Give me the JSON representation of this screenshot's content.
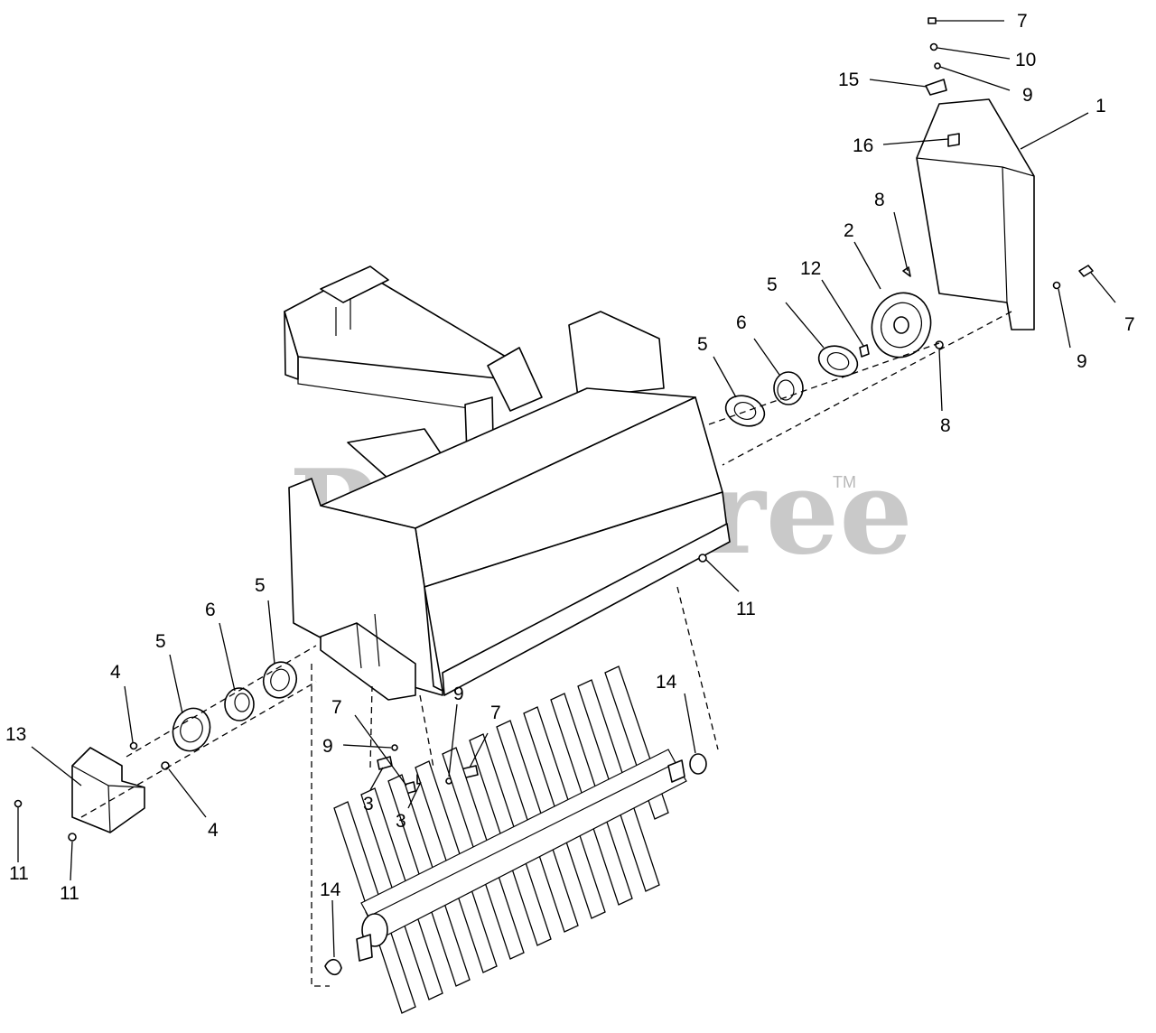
{
  "watermark": {
    "text": "PartsTree",
    "trademark": "TM"
  },
  "callouts": [
    {
      "id": "c7-top",
      "label": "7"
    },
    {
      "id": "c10",
      "label": "10"
    },
    {
      "id": "c9-top",
      "label": "9"
    },
    {
      "id": "c15",
      "label": "15"
    },
    {
      "id": "c1",
      "label": "1"
    },
    {
      "id": "c16",
      "label": "16"
    },
    {
      "id": "c8-upper",
      "label": "8"
    },
    {
      "id": "c2",
      "label": "2"
    },
    {
      "id": "c12",
      "label": "12"
    },
    {
      "id": "c5-right-outer",
      "label": "5"
    },
    {
      "id": "c6-right",
      "label": "6"
    },
    {
      "id": "c5-right-inner",
      "label": "5"
    },
    {
      "id": "c9-right",
      "label": "9"
    },
    {
      "id": "c7-right",
      "label": "7"
    },
    {
      "id": "c8-lower",
      "label": "8"
    },
    {
      "id": "c11-center",
      "label": "11"
    },
    {
      "id": "c5-left-inner",
      "label": "5"
    },
    {
      "id": "c6-left",
      "label": "6"
    },
    {
      "id": "c5-left-outer",
      "label": "5"
    },
    {
      "id": "c4-upper",
      "label": "4"
    },
    {
      "id": "c13",
      "label": "13"
    },
    {
      "id": "c4-lower",
      "label": "4"
    },
    {
      "id": "c11-left",
      "label": "11"
    },
    {
      "id": "c11-left-lower",
      "label": "11"
    },
    {
      "id": "c7-mid-left",
      "label": "7"
    },
    {
      "id": "c9-mid-left",
      "label": "9"
    },
    {
      "id": "c3-left",
      "label": "3"
    },
    {
      "id": "c9-mid",
      "label": "9"
    },
    {
      "id": "c7-mid",
      "label": "7"
    },
    {
      "id": "c3-mid",
      "label": "3"
    },
    {
      "id": "c14-right",
      "label": "14"
    },
    {
      "id": "c14-left",
      "label": "14"
    }
  ]
}
